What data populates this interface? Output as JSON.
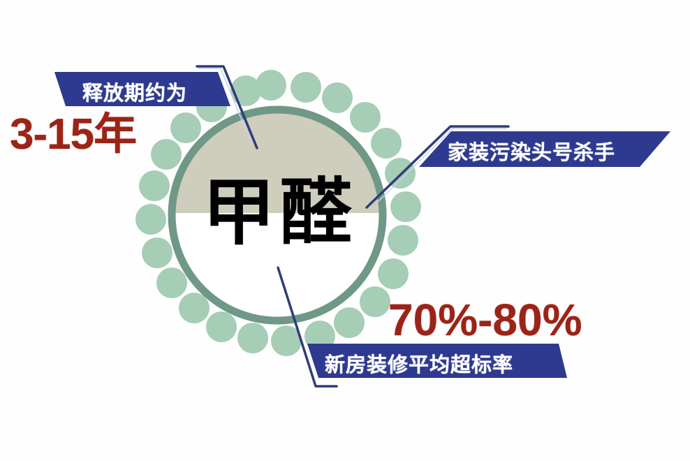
{
  "colors": {
    "banner_navy": "#2e3a8f",
    "leader_line": "#2d3d7a",
    "highlight_red": "#9b2418",
    "bead_green": "#a6cdb6",
    "ring_green": "#6f9886",
    "upper_fill_beige": "#cfcdbc",
    "background": "#fefefe"
  },
  "center": {
    "title": "甲醛"
  },
  "callouts": [
    {
      "label": "释放期约为",
      "value": "3-15年"
    },
    {
      "label": "家装污染头号杀手"
    },
    {
      "label": "新房装修平均超标率",
      "value": "70%-80%"
    }
  ]
}
